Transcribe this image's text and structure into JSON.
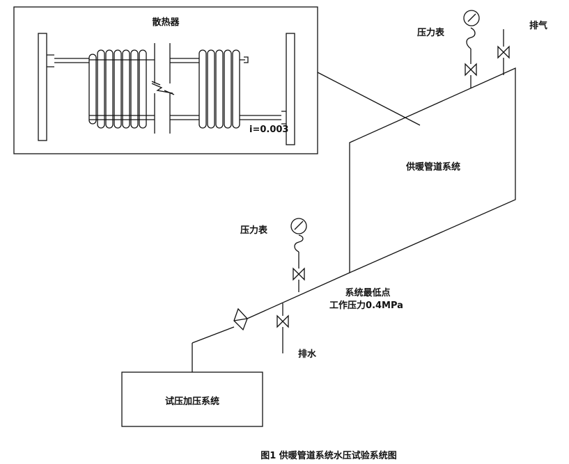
{
  "inset": {
    "title": "散热器",
    "slope_label": "i=0.003"
  },
  "labels": {
    "gauge_top": "压力表",
    "vent": "排气",
    "system_box": "供暖管道系统",
    "gauge_low": "压力表",
    "lowest_point_line1": "系统最低点",
    "lowest_point_line2": "工作压力0.4MPa",
    "drain": "排水",
    "pressurize_box": "试压加压系统"
  },
  "caption": "图1  供暖管道系统水压试验系统图",
  "colors": {
    "line": "#111111",
    "background": "#ffffff"
  }
}
